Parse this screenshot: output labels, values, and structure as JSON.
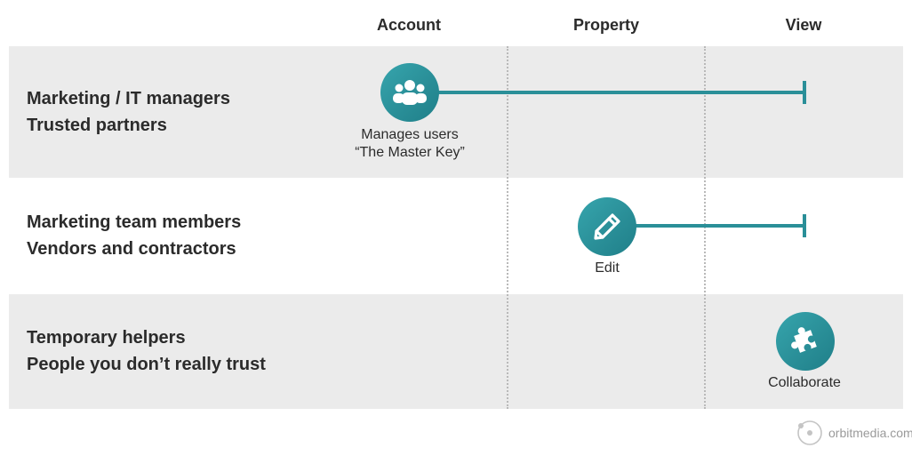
{
  "columns": {
    "account": "Account",
    "property": "Property",
    "view": "View"
  },
  "rows": [
    {
      "line1": "Marketing / IT managers",
      "line2": "Trusted partners",
      "icon": "users-icon",
      "caption_line1": "Manages users",
      "caption_line2": "“The Master Key”"
    },
    {
      "line1": "Marketing team members",
      "line2": "Vendors and contractors",
      "icon": "pencil-icon",
      "caption_line1": "Edit"
    },
    {
      "line1": "Temporary helpers",
      "line2": "People you don’t really trust",
      "icon": "puzzle-piece-icon",
      "caption_line1": "Collaborate"
    }
  ],
  "brand": "orbitmedia.com",
  "colors": {
    "accent": "#2a8f98",
    "band_gray": "#ebebeb",
    "divider": "#b9b9b9"
  }
}
